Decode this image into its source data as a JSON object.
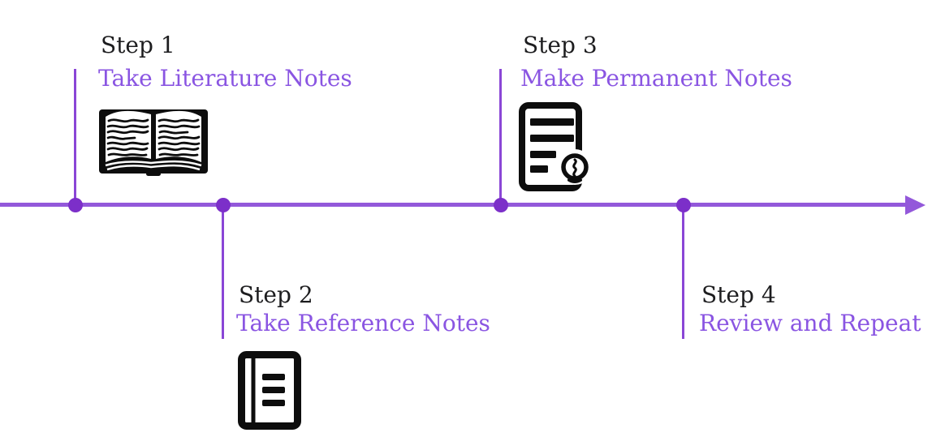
{
  "diagram": {
    "type": "horizontal-timeline",
    "direction": "left-to-right",
    "steps": [
      {
        "label": "Step 1",
        "description": "Take Literature Notes",
        "icon": "open-book-icon",
        "placement": "above"
      },
      {
        "label": "Step 2",
        "description": "Take Reference Notes",
        "icon": "notebook-icon",
        "placement": "below"
      },
      {
        "label": "Step 3",
        "description": "Make Permanent Notes",
        "icon": "document-lightbulb-icon",
        "placement": "above"
      },
      {
        "label": "Step 4",
        "description": "Review and Repeat",
        "icon": null,
        "placement": "below"
      }
    ]
  },
  "colors": {
    "timeline_line": "#9358da",
    "timeline_dot": "#7c2fc9",
    "connector_line": "#8a46d6",
    "step_label": "#1d1d1f",
    "step_description": "#8a55e2",
    "icon": "#0d0d0d",
    "background": "#ffffff"
  }
}
